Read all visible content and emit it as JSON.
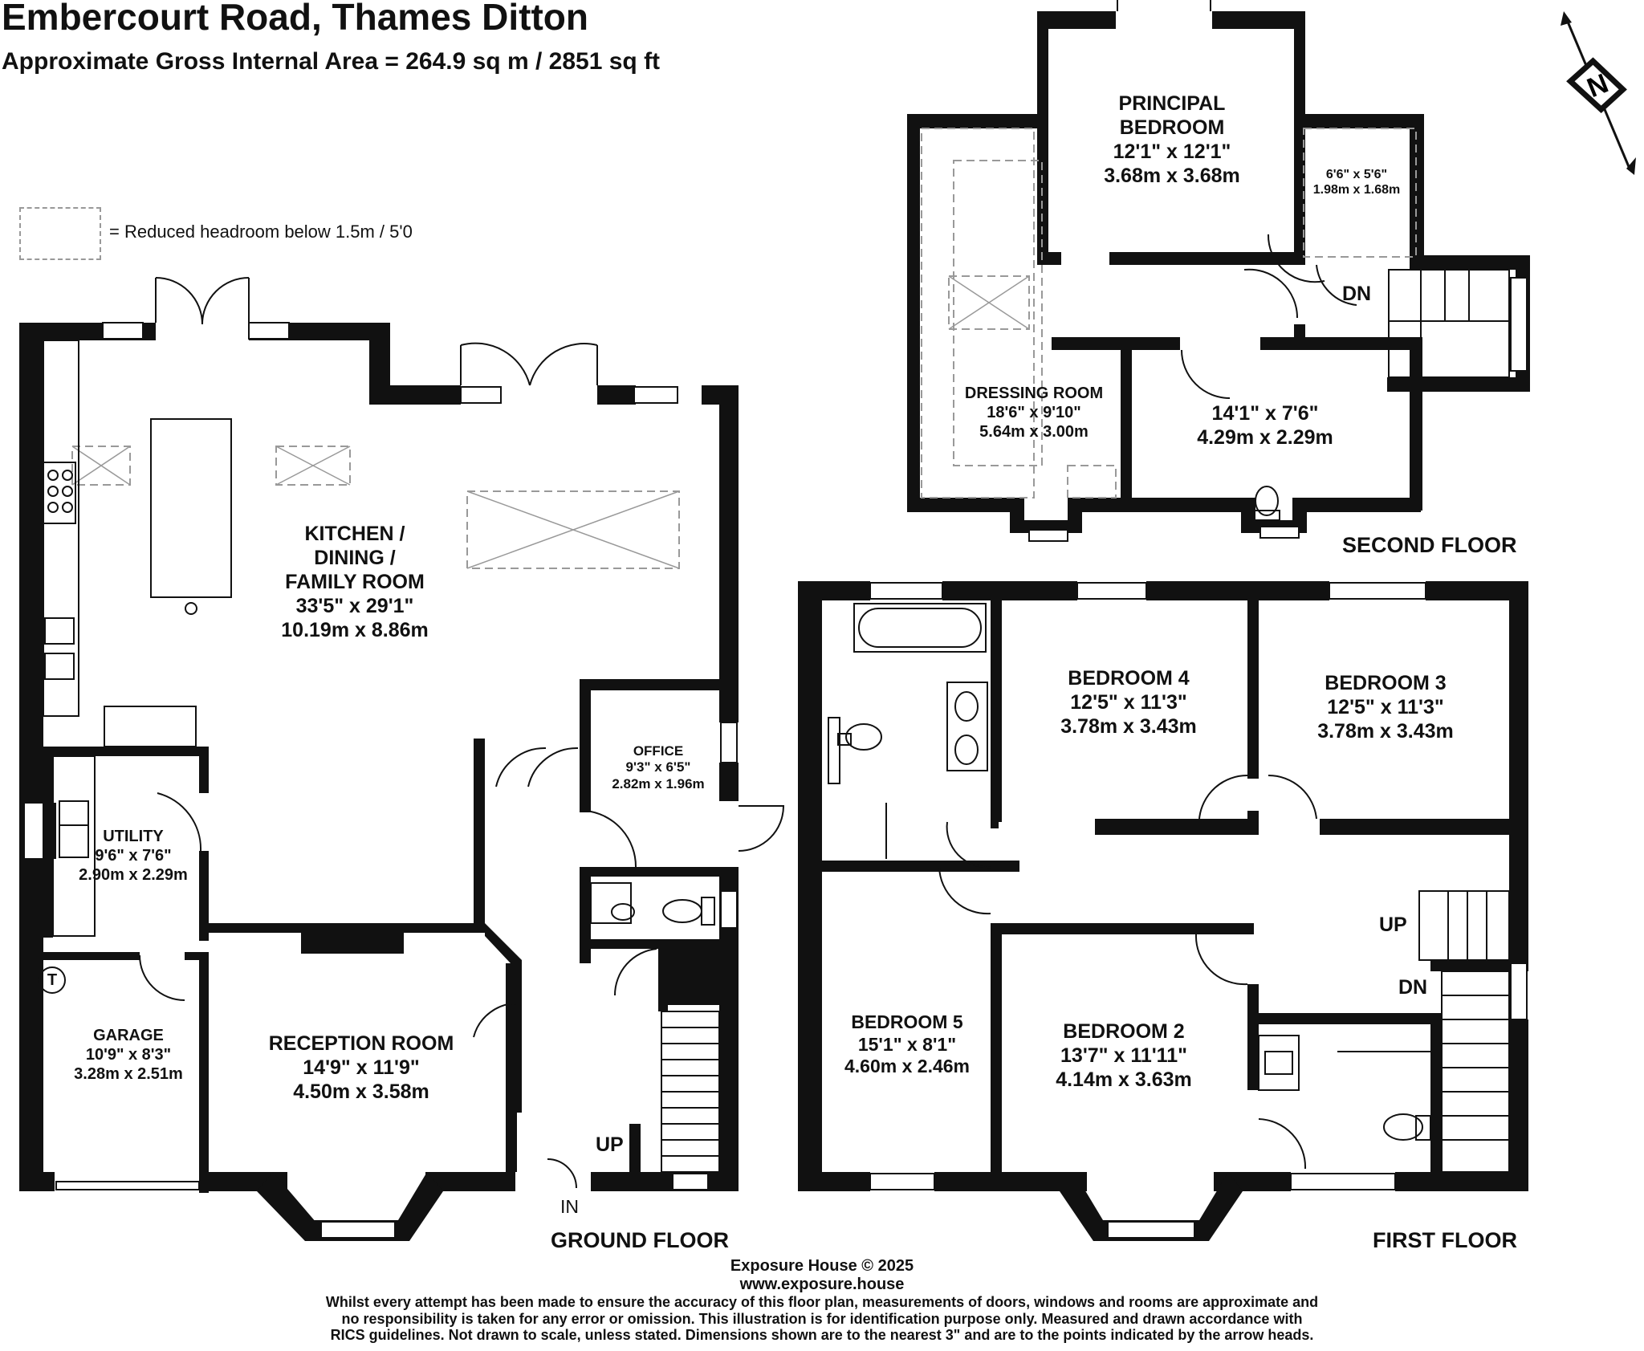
{
  "header": {
    "title": "Embercourt Road, Thames Ditton",
    "area": "Approximate Gross Internal Area = 264.9 sq m / 2851 sq ft"
  },
  "key": {
    "text": "= Reduced headroom below 1.5m / 5'0"
  },
  "compass": {
    "letter": "N"
  },
  "floors": {
    "ground": "GROUND FLOOR",
    "first": "FIRST FLOOR",
    "second": "SECOND FLOOR"
  },
  "rooms": {
    "kitchen": {
      "name": "KITCHEN /\nDINING /\nFAMILY ROOM",
      "name1": "KITCHEN /",
      "name2": "DINING /",
      "name3": "FAMILY ROOM",
      "imperial": "33'5\" x 29'1\"",
      "metric": "10.19m x 8.86m"
    },
    "utility": {
      "name": "UTILITY",
      "imperial": "9'6\" x 7'6\"",
      "metric": "2.90m x 2.29m"
    },
    "office": {
      "name": "OFFICE",
      "imperial": "9'3\" x 6'5\"",
      "metric": "2.82m x 1.96m"
    },
    "garage": {
      "name": "GARAGE",
      "imperial": "10'9\" x 8'3\"",
      "metric": "3.28m x 2.51m"
    },
    "reception": {
      "name": "RECEPTION ROOM",
      "imperial": "14'9\" x 11'9\"",
      "metric": "4.50m x 3.58m"
    },
    "bedroom4": {
      "name": "BEDROOM 4",
      "imperial": "12'5\" x 11'3\"",
      "metric": "3.78m x 3.43m"
    },
    "bedroom3": {
      "name": "BEDROOM 3",
      "imperial": "12'5\" x 11'3\"",
      "metric": "3.78m x 3.43m"
    },
    "bedroom5": {
      "name": "BEDROOM 5",
      "imperial": "15'1\" x 8'1\"",
      "metric": "4.60m x 2.46m"
    },
    "bedroom2": {
      "name": "BEDROOM 2",
      "imperial": "13'7\" x 11'11\"",
      "metric": "4.14m x 3.63m"
    },
    "principal": {
      "name1": "PRINCIPAL",
      "name2": "BEDROOM",
      "imperial": "12'1\" x 12'1\"",
      "metric": "3.68m x 3.68m"
    },
    "ensuite_small": {
      "imperial": "6'6\" x 5'6\"",
      "metric": "1.98m x 1.68m"
    },
    "dressing": {
      "name": "DRESSING ROOM",
      "imperial": "18'6\" x 9'10\"",
      "metric": "5.64m x 3.00m"
    },
    "second_bath": {
      "imperial": "14'1\" x 7'6\"",
      "metric": "4.29m x 2.29m"
    }
  },
  "markers": {
    "up": "UP",
    "dn": "DN",
    "in": "IN",
    "thermostat": "T"
  },
  "footer": {
    "company": "Exposure House © 2025",
    "url": "www.exposure.house",
    "disclaimer1": "Whilst every attempt has been made to ensure the accuracy of this floor plan, measurements of doors, windows and rooms are approximate and",
    "disclaimer2": "no responsibility is taken for any error or omission. This illustration is for identification purpose only. Measured and drawn accordance with",
    "disclaimer3": "RICS guidelines. Not drawn to scale, unless stated. Dimensions shown are to the nearest 3\" and are to the points indicated by the arrow heads."
  }
}
